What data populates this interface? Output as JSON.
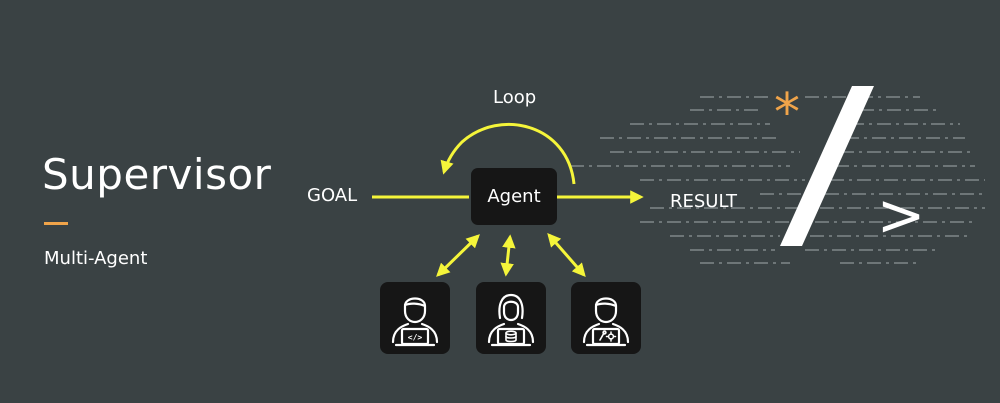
{
  "heading": {
    "title": "Supervisor",
    "subtitle": "Multi-Agent"
  },
  "diagram": {
    "input_label": "GOAL",
    "output_label": "RESULT",
    "loop_label": "Loop",
    "agent_label": "Agent",
    "workers": [
      {
        "icon": "developer-person-icon",
        "badge": "</>"
      },
      {
        "icon": "database-person-icon"
      },
      {
        "icon": "settings-person-icon"
      }
    ]
  },
  "logo": {
    "glyphs": [
      "*",
      "/",
      ">"
    ]
  },
  "colors": {
    "background": "#3a4244",
    "arrow": "#f5f53a",
    "accent": "#f0a44a",
    "box": "#161616",
    "text": "#ffffff"
  }
}
